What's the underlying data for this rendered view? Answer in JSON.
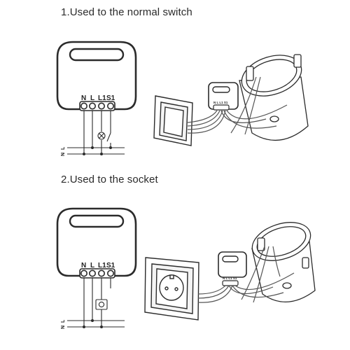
{
  "sections": [
    {
      "title": "1.Used to the normal switch",
      "terminal_labels": [
        "N",
        "L",
        "L1",
        "S1"
      ],
      "line_labels": [
        "L",
        "N"
      ],
      "module_mini_label": "N L L1 S1"
    },
    {
      "title": "2.Used to the socket",
      "terminal_labels": [
        "N",
        "L",
        "L1",
        "S1"
      ],
      "line_labels": [
        "L",
        "N"
      ],
      "module_mini_label": "N L L1 S1"
    }
  ],
  "colors": {
    "line": "#2b2b2b",
    "fill": "#ffffff",
    "wire": "#555555"
  }
}
